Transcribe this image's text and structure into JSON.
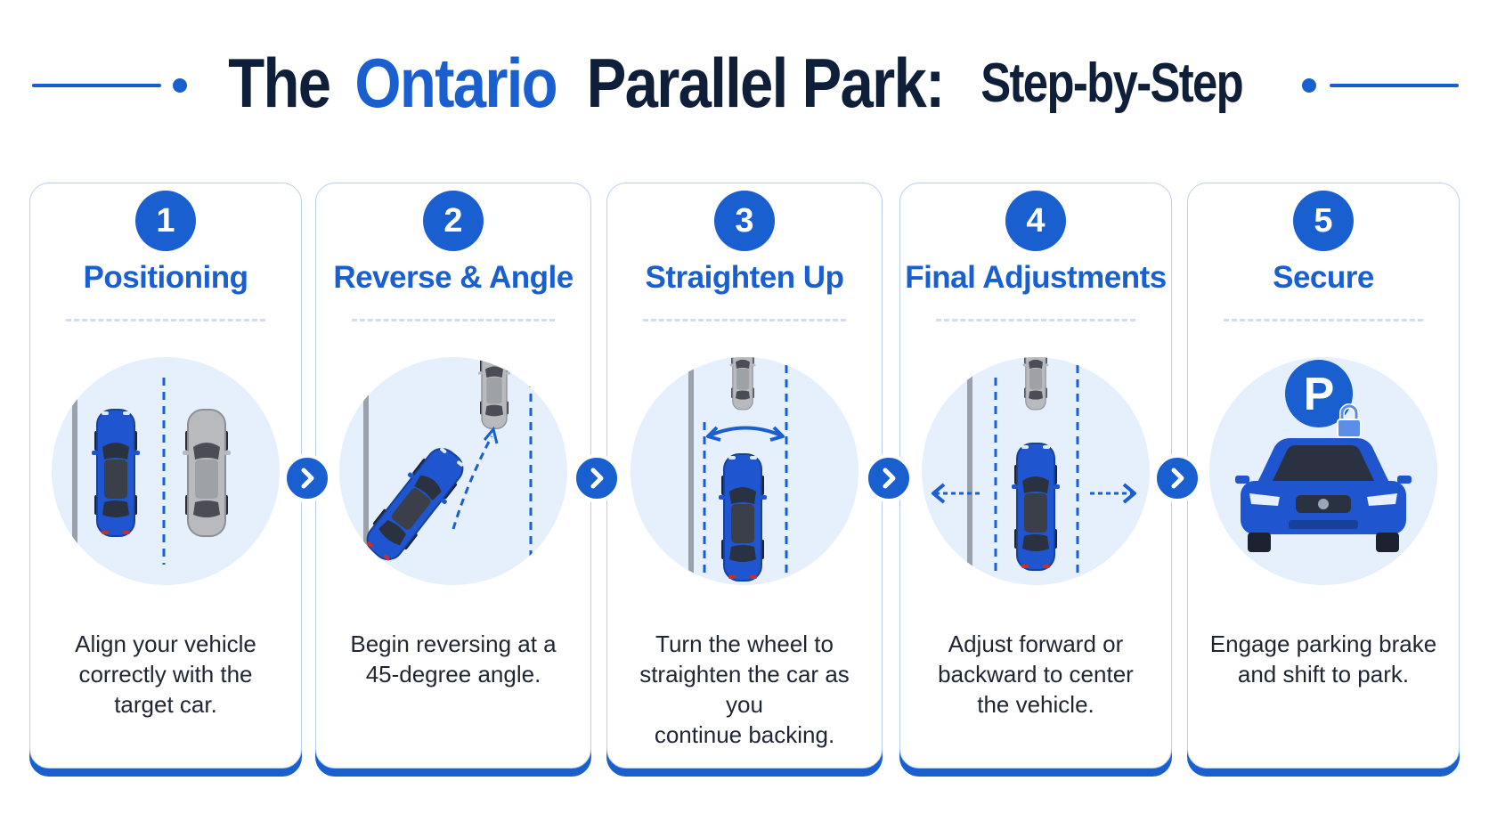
{
  "title": {
    "word_the": "The",
    "word_ontario": "Ontario",
    "word_parallel_park": "Parallel Park:",
    "word_step_by_step": "Step-by-Step"
  },
  "colors": {
    "accent": "#1a5fd0",
    "dark_text": "#0f1f3a",
    "card_border": "#b9cff0",
    "illustration_bg": "#e6effc",
    "blue_car": "#1f56cf",
    "grey_car": "#b8babd"
  },
  "steps": [
    {
      "number": "1",
      "title": "Positioning",
      "description": "Align your vehicle\ncorrectly with the\ntarget car.",
      "icon": "cars-side-by-side-icon"
    },
    {
      "number": "2",
      "title": "Reverse & Angle",
      "description": "Begin reversing at a\n45-degree angle.",
      "icon": "car-reversing-angle-icon"
    },
    {
      "number": "3",
      "title": "Straighten Up",
      "description": "Turn the wheel to\nstraighten the car as you\ncontinue backing.",
      "icon": "car-straightening-icon"
    },
    {
      "number": "4",
      "title": "Final Adjustments",
      "description": "Adjust forward or\nbackward to center\nthe vehicle.",
      "icon": "car-centering-icon"
    },
    {
      "number": "5",
      "title": "Secure",
      "description": "Engage parking brake\nand shift to park.",
      "icon": "parked-car-lock-icon"
    }
  ],
  "connector_icon": "chevron-right-icon"
}
